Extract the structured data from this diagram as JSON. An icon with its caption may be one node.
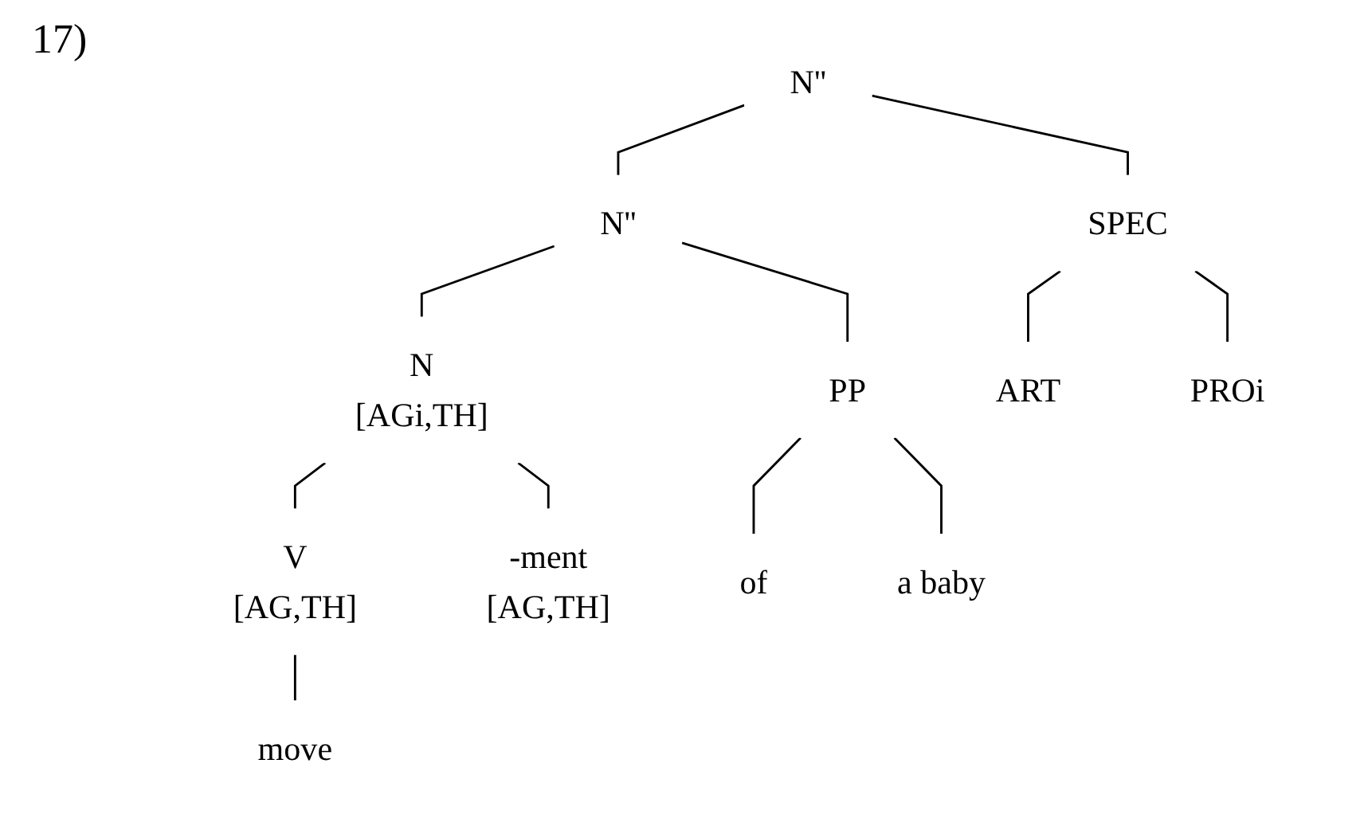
{
  "diagram": {
    "nodes": [
      {
        "text": [
          "N''"
        ]
      },
      {
        "text": [
          "N''"
        ]
      },
      {
        "text": [
          "SPEC"
        ]
      },
      {
        "text": [
          "N",
          "[AGi,TH]"
        ]
      },
      {
        "text": [
          "PP"
        ]
      },
      {
        "text": [
          "ART"
        ]
      },
      {
        "text": [
          "PROi"
        ]
      },
      {
        "text": [
          "V",
          "[AG,TH]"
        ]
      },
      {
        "text": [
          "-ment",
          "[AG,TH]"
        ]
      },
      {
        "text": [
          "of"
        ]
      },
      {
        "text": [
          "a baby"
        ]
      },
      {
        "text": [
          "move"
        ]
      }
    ],
    "edges": [
      {
        "from": 0,
        "to": 2,
        "arrow": "none"
      },
      {
        "from": 0,
        "to": 1,
        "arrow": "none"
      },
      {
        "from": 1,
        "to": 3,
        "arrow": "none"
      },
      {
        "from": 1,
        "to": 4,
        "arrow": "none"
      },
      {
        "from": 2,
        "to": 5,
        "arrow": "none"
      },
      {
        "from": 2,
        "to": 6,
        "arrow": "none"
      },
      {
        "from": 3,
        "to": 7,
        "arrow": "none"
      },
      {
        "from": 3,
        "to": 8,
        "arrow": "none"
      },
      {
        "from": 4,
        "to": 9,
        "arrow": "none"
      },
      {
        "from": 4,
        "to": 10,
        "arrow": "none"
      },
      {
        "from": 7,
        "to": 11,
        "arrow": "none"
      }
    ],
    "labels": [
      "17)"
    ]
  }
}
